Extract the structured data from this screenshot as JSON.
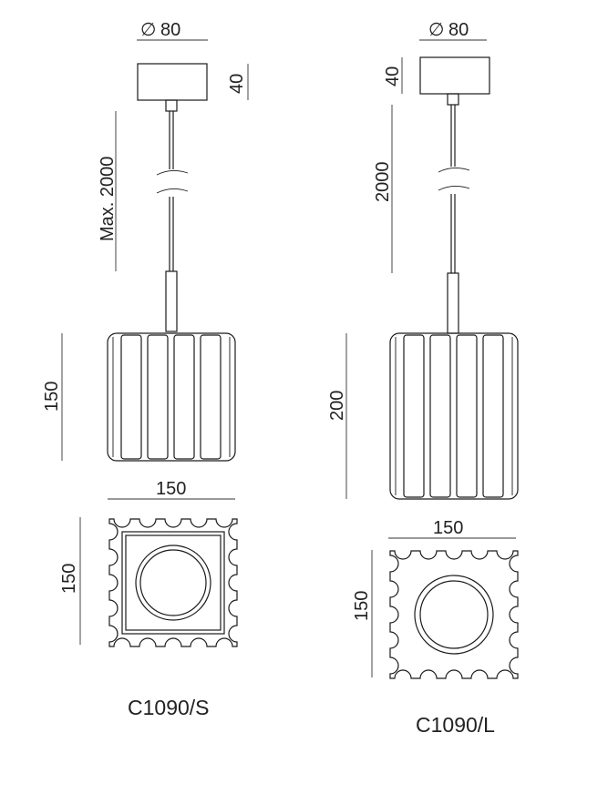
{
  "left_fixture": {
    "model": "C1090/S",
    "canopy_diameter": "80",
    "canopy_height": "40",
    "cable_length": "Max. 2000",
    "shade_height": "150",
    "top_view_width": "150",
    "top_view_depth": "150"
  },
  "right_fixture": {
    "model": "C1090/L",
    "canopy_diameter": "80",
    "canopy_height": "40",
    "cable_length": "2000",
    "shade_height": "200",
    "top_view_width": "150",
    "top_view_depth": "150"
  },
  "symbols": {
    "diameter": "∅"
  }
}
